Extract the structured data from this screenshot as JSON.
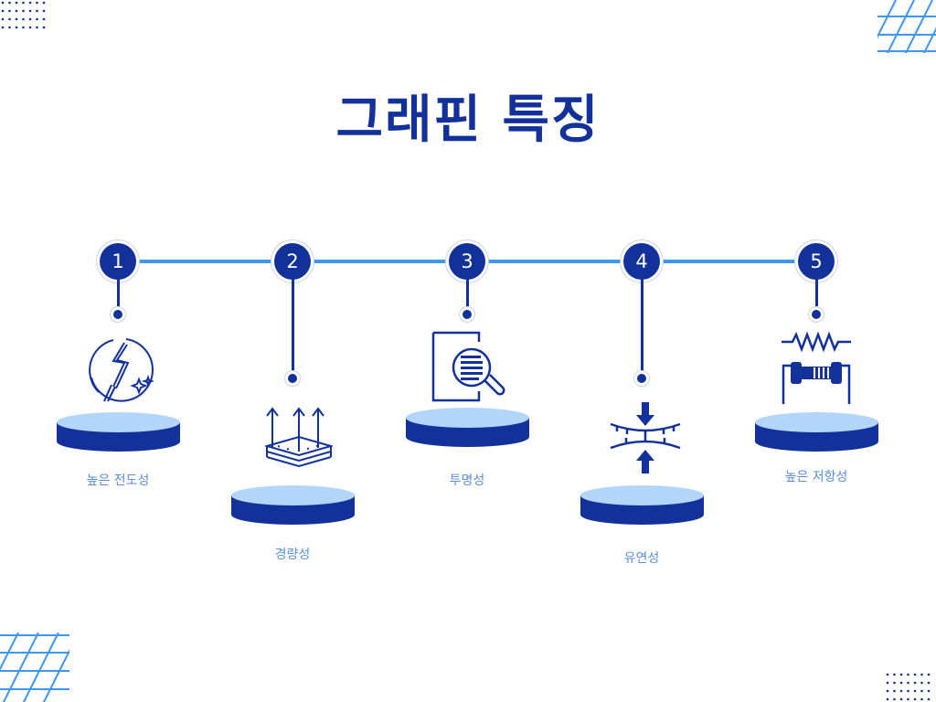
{
  "title": "그래핀 특징",
  "colors": {
    "primary": "#13319b",
    "line": "#3d97f5",
    "disc_top": "#b3d5fa",
    "label": "#5b8fd6"
  },
  "steps": [
    {
      "number": "1",
      "label": "높은 전도성",
      "icon": "lightning-wire-icon"
    },
    {
      "number": "2",
      "label": "경량성",
      "icon": "layers-arrows-icon"
    },
    {
      "number": "3",
      "label": "투명성",
      "icon": "document-magnifier-icon"
    },
    {
      "number": "4",
      "label": "유연성",
      "icon": "flex-compress-icon"
    },
    {
      "number": "5",
      "label": "높은 저항성",
      "icon": "resistor-icon"
    }
  ]
}
